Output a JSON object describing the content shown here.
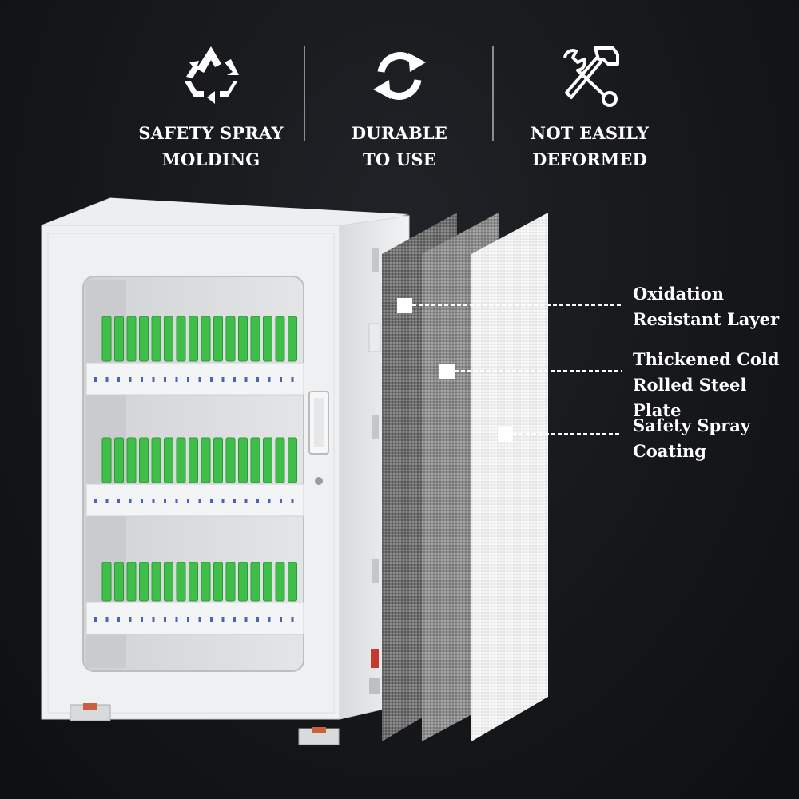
{
  "features": [
    {
      "icon": "recycle-icon",
      "line1": "SAFETY SPRAY",
      "line2": "MOLDING"
    },
    {
      "icon": "refresh-arrows-icon",
      "line1": "DURABLE",
      "line2": "TO USE"
    },
    {
      "icon": "wrench-hammer-icon",
      "line1": "NOT EASILY",
      "line2": "DEFORMED"
    }
  ],
  "layers": [
    {
      "line1": "Oxidation",
      "line2": "Resistant Layer"
    },
    {
      "line1": "Thickened Cold",
      "line2": "Rolled Steel Plate"
    },
    {
      "line1": "Safety Spray",
      "line2": "Coating"
    }
  ],
  "colors": {
    "background": "#15171a",
    "cabinet": "#eeeff0",
    "slot_green": "#3fbf4a",
    "text": "#ffffff"
  }
}
